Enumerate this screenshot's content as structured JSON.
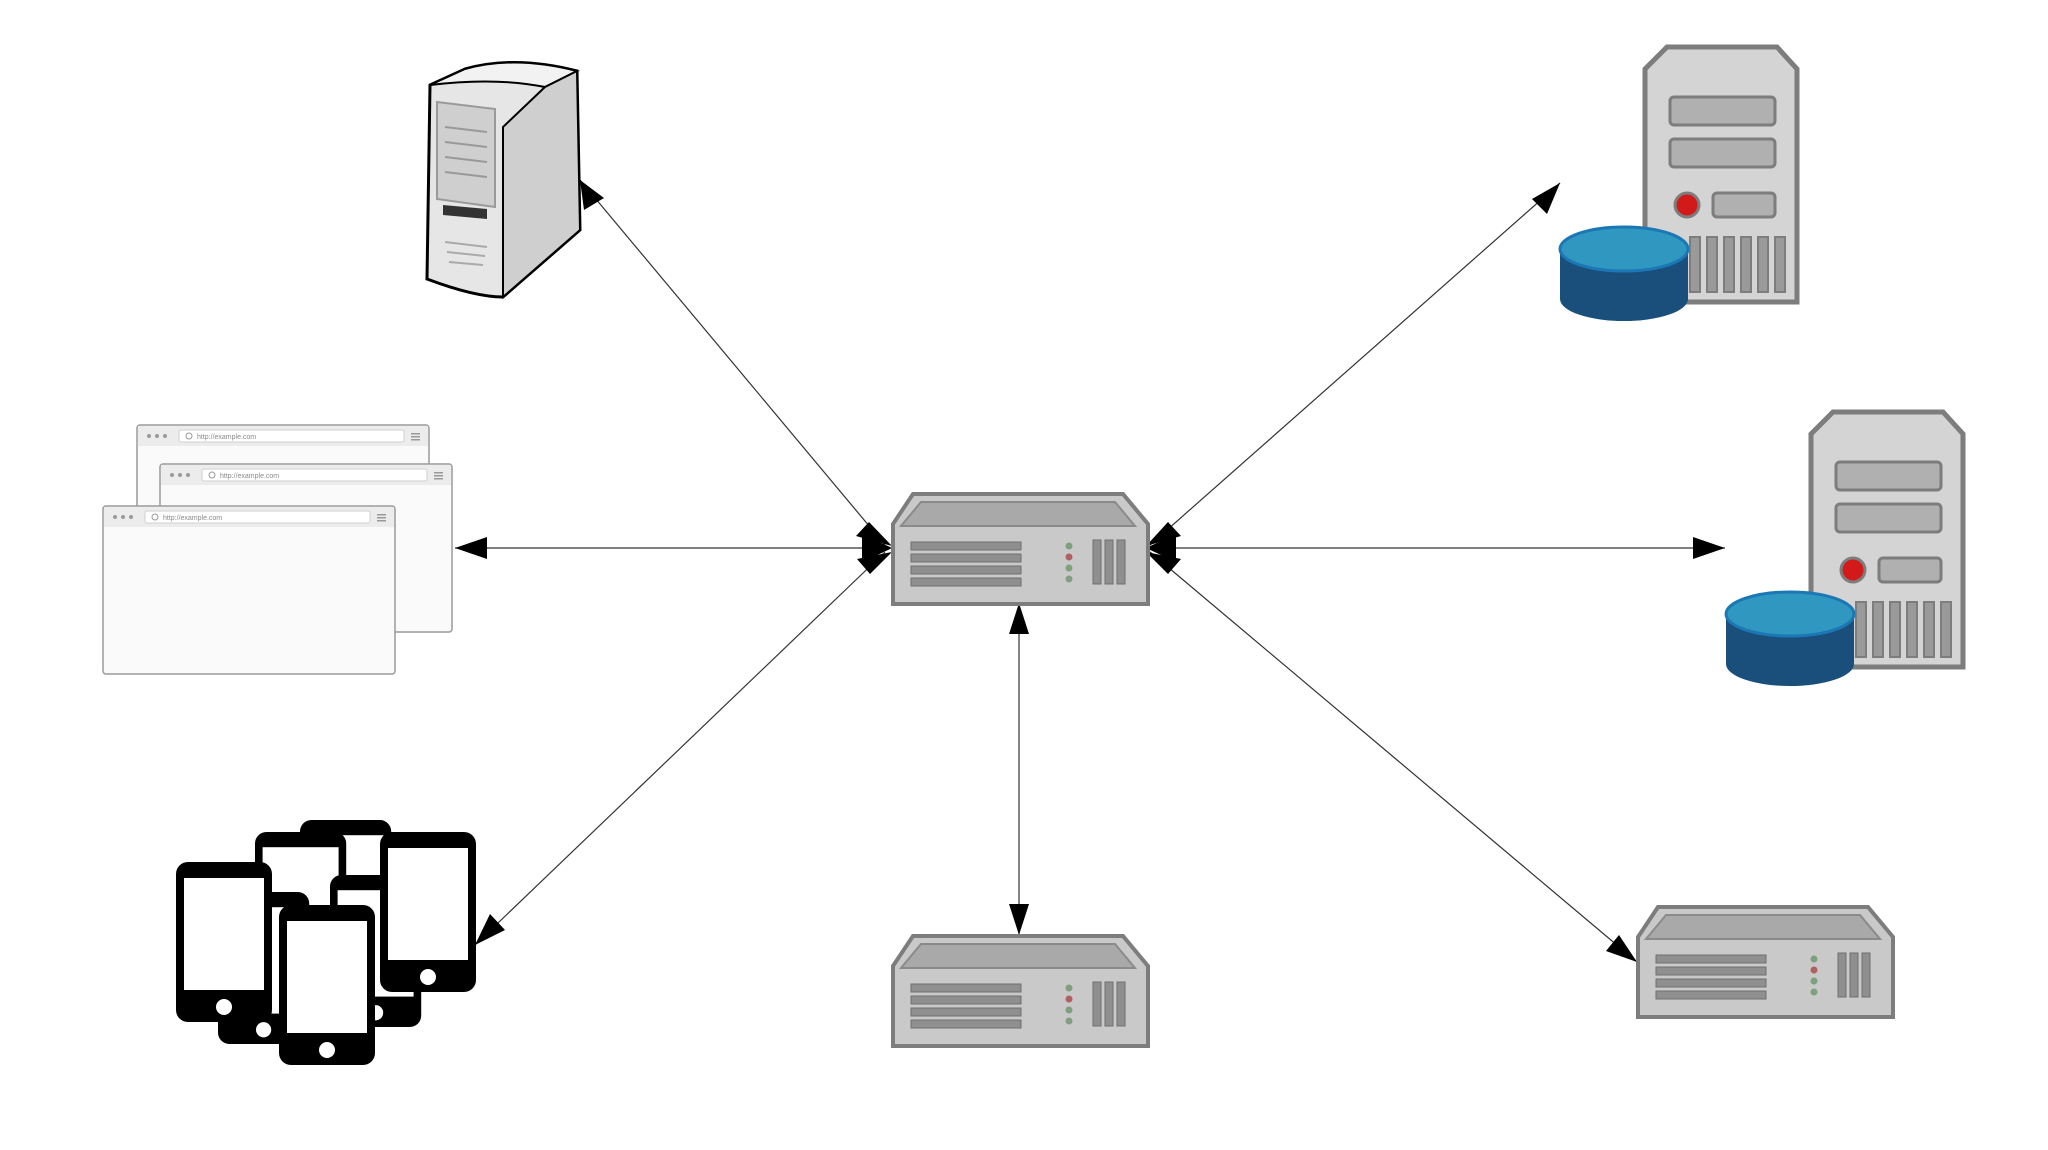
{
  "diagram": {
    "browser_windows": [
      {
        "url": "http://example.com"
      },
      {
        "url": "http://example.com"
      },
      {
        "url": "http://example.com"
      }
    ],
    "colors": {
      "line": "#333333",
      "arrowhead": "#000000",
      "server_metal": "#c8c8c8",
      "server_outline": "#7a7a7a",
      "database": "#1a4f7c",
      "database_top": "#2f97c0",
      "led_red": "#d21a1a",
      "phone": "#000000"
    },
    "nodes": [
      {
        "id": "central-server",
        "icon": "rack-server-icon"
      },
      {
        "id": "workstation",
        "icon": "desktop-tower-icon"
      },
      {
        "id": "browsers",
        "icon": "browser-windows-icon"
      },
      {
        "id": "mobile-devices",
        "icon": "smartphones-icon"
      },
      {
        "id": "database-server-top",
        "icon": "database-server-icon"
      },
      {
        "id": "database-server-middle",
        "icon": "database-server-icon"
      },
      {
        "id": "server-bottom-center",
        "icon": "rack-server-icon"
      },
      {
        "id": "server-bottom-right",
        "icon": "rack-server-icon"
      }
    ],
    "connections": [
      {
        "from": "central-server",
        "to": "workstation",
        "bidirectional": true
      },
      {
        "from": "central-server",
        "to": "browsers",
        "bidirectional": true
      },
      {
        "from": "central-server",
        "to": "mobile-devices",
        "bidirectional": true
      },
      {
        "from": "central-server",
        "to": "database-server-top",
        "bidirectional": true
      },
      {
        "from": "central-server",
        "to": "database-server-middle",
        "bidirectional": true
      },
      {
        "from": "central-server",
        "to": "server-bottom-center",
        "bidirectional": true
      },
      {
        "from": "central-server",
        "to": "server-bottom-right",
        "bidirectional": true
      }
    ]
  }
}
